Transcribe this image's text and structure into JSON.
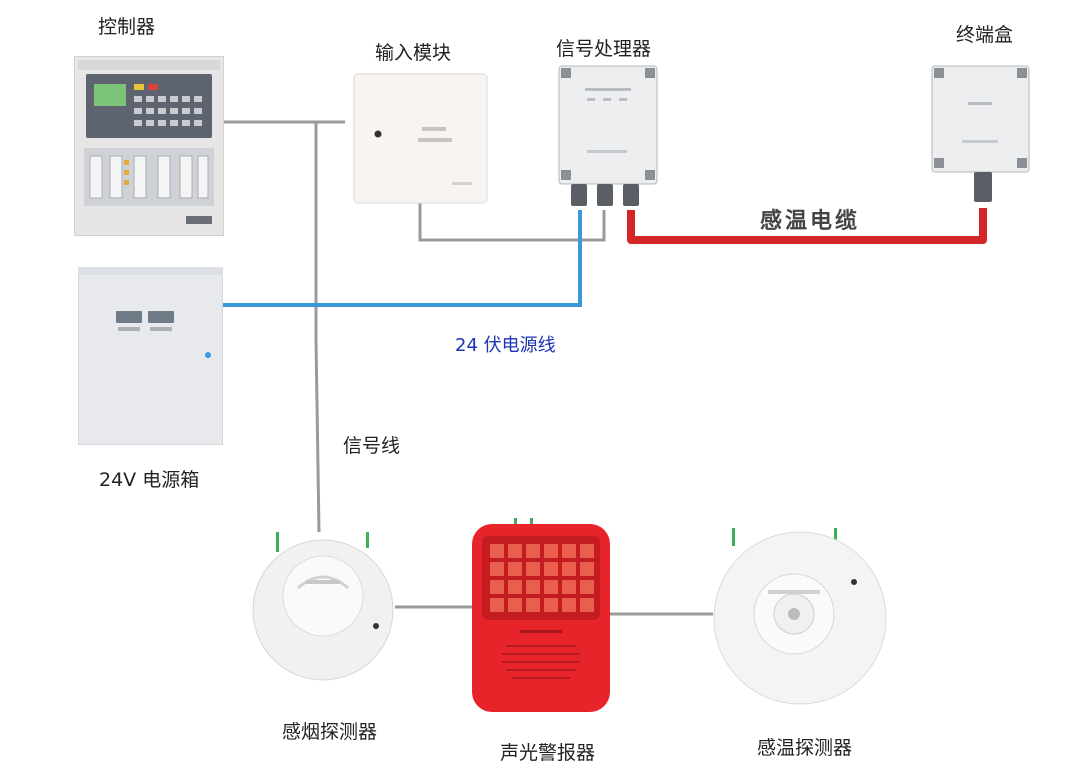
{
  "labels": {
    "controller": "控制器",
    "input_module": "输入模块",
    "signal_processor": "信号处理器",
    "terminal_box": "终端盒",
    "power_box": "24V 电源箱",
    "heat_cable": "感温电缆",
    "power_line": "24 伏电源线",
    "signal_line": "信号线",
    "smoke_detector": "感烟探测器",
    "sound_light_alarm": "声光警报器",
    "heat_detector": "感温探测器"
  },
  "colors": {
    "heat_cable": "#d32626",
    "power_line": "#3a97d8",
    "signal_line": "#9a9a9a",
    "alarm_red": "#e8242b"
  }
}
